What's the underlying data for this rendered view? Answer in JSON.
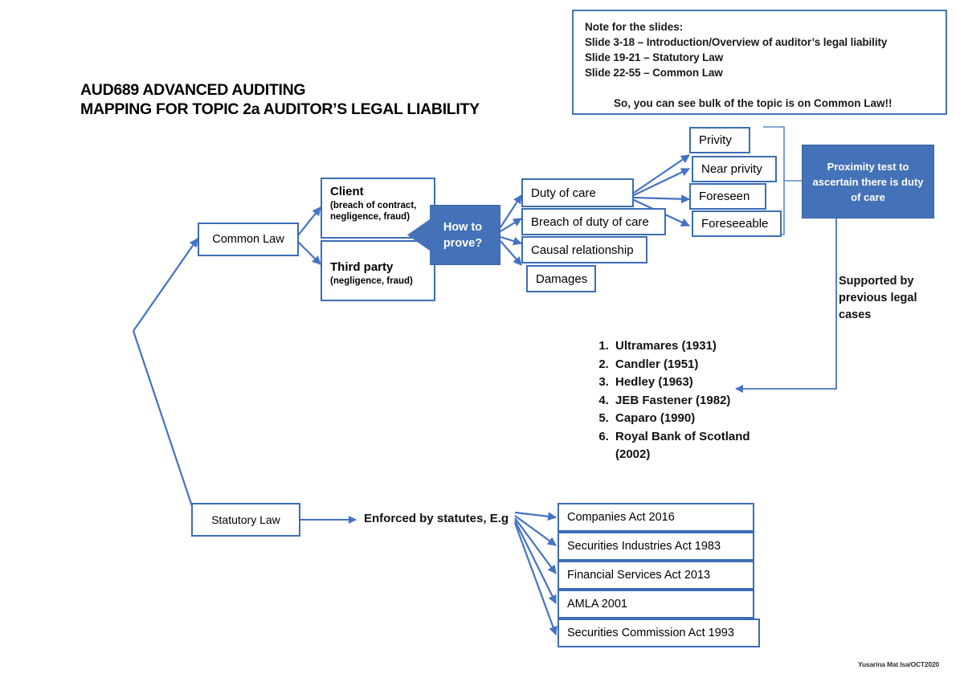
{
  "title": {
    "line1": "AUD689 ADVANCED AUDITING",
    "line2": "MAPPING FOR TOPIC 2a AUDITOR’S LEGAL LIABILITY"
  },
  "note_panel": {
    "heading": "Note for the slides:",
    "lines": [
      "Slide 3-18 – Introduction/Overview of auditor’s legal liability",
      "Slide 19-21 – Statutory Law",
      "Slide 22-55 – Common Law"
    ],
    "footnote": "So, you can see bulk of the topic is on Common Law!!"
  },
  "nodes": {
    "common_law": "Common Law",
    "statutory_law": "Statutory Law",
    "client_title": "Client",
    "client_sub": "(breach of contract, negligence, fraud)",
    "third_party_title": "Third party",
    "third_party_sub": "(negligence, fraud)",
    "how_to_prove": "How to prove?",
    "proximity_test": "Proximity test to ascertain there is duty of care",
    "supported_by": "Supported by previous legal cases",
    "enforced_by": "Enforced by statutes, E.g"
  },
  "proof_elements": [
    "Duty of care",
    "Breach of duty of care",
    "Causal relationship",
    "Damages"
  ],
  "proximity_levels": [
    "Privity",
    "Near privity",
    "Foreseen",
    "Foreseeable"
  ],
  "legal_cases": [
    "Ultramares (1931)",
    "Candler (1951)",
    "Hedley (1963)",
    "JEB Fastener (1982)",
    "Caparo (1990)",
    "Royal Bank of Scotland (2002)"
  ],
  "statutes": [
    "Companies Act 2016",
    "Securities Industries Act 1983",
    "Financial Services Act 2013",
    "AMLA 2001",
    "Securities Commission Act 1993"
  ],
  "footer": "Yusarina Mat Isa/OCT2020",
  "colors": {
    "accent_blue": "#4472B8",
    "border_blue": "#3B6DB5",
    "connector_blue": "#4472C4",
    "white": "#FFFFFF",
    "text": "#111111"
  }
}
